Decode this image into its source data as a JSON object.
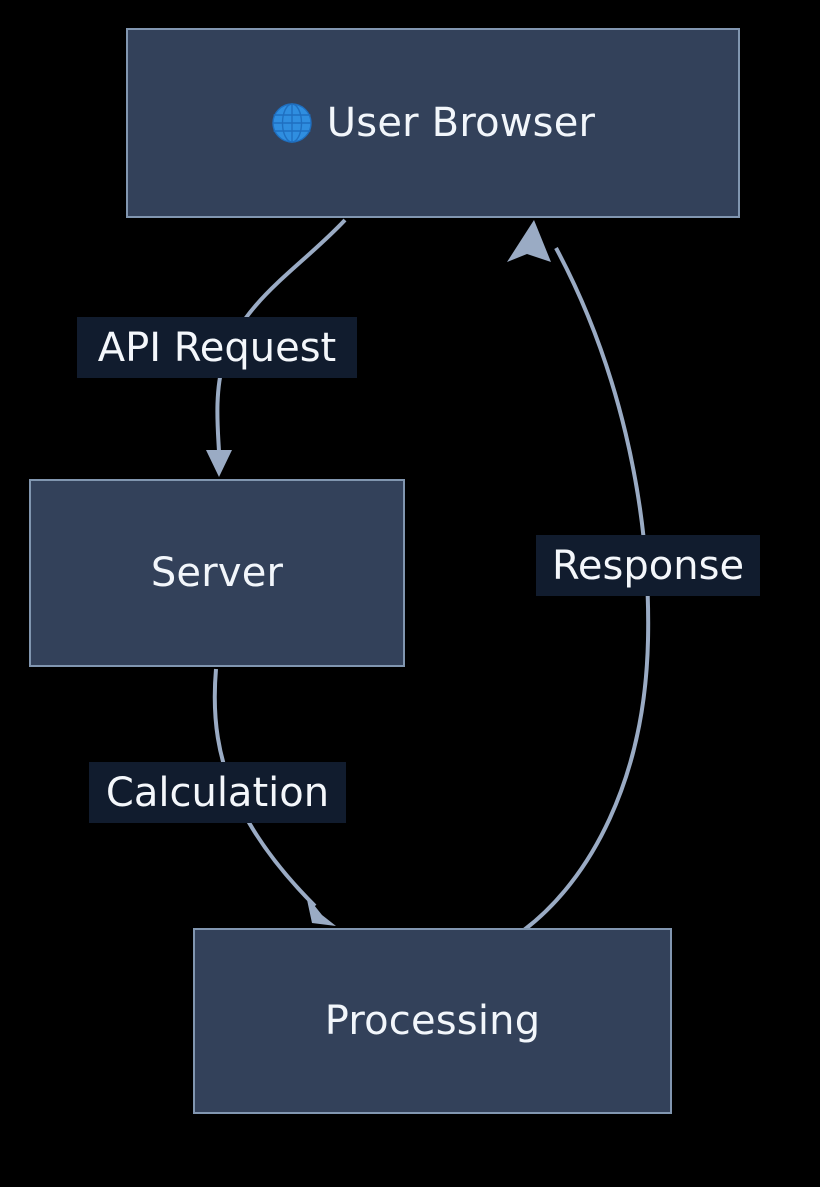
{
  "diagram": {
    "type": "flowchart",
    "title": "",
    "background_color": "#000000",
    "node_fill_color": "#33415a",
    "node_border_color": "#8196b0",
    "node_text_color": "#f2f6fb",
    "edge_color": "#9aabc4",
    "edge_label_bg_color": "#111c2e",
    "edge_label_text_color": "#f4f7fb",
    "nodes": [
      {
        "id": "user-browser",
        "label": "User Browser",
        "icon": "globe-icon",
        "icon_glyph": "🌐"
      },
      {
        "id": "server",
        "label": "Server",
        "icon": "",
        "icon_glyph": ""
      },
      {
        "id": "processing",
        "label": "Processing",
        "icon": "",
        "icon_glyph": ""
      }
    ],
    "edges": [
      {
        "id": "api-request",
        "label": "API Request",
        "from": "user-browser",
        "to": "server",
        "arrow": "triangle"
      },
      {
        "id": "calculation",
        "label": "Calculation",
        "from": "server",
        "to": "processing",
        "arrow": "triangle"
      },
      {
        "id": "response",
        "label": "Response",
        "from": "processing",
        "to": "user-browser",
        "arrow": "triangle"
      }
    ]
  }
}
